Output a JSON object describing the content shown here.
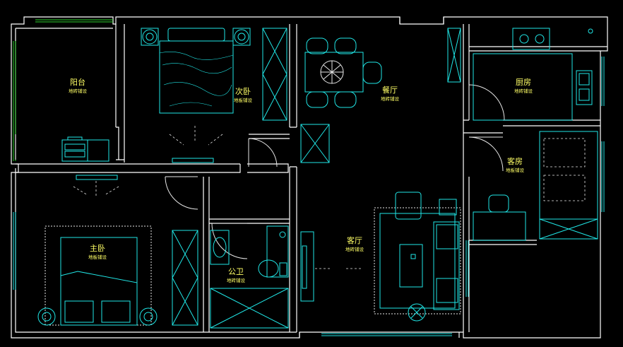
{
  "rooms": [
    {
      "id": "balcony",
      "name": "阳台",
      "floor": "地砖铺设"
    },
    {
      "id": "second-bedroom",
      "name": "次卧",
      "floor": "地板铺设"
    },
    {
      "id": "dining-room",
      "name": "餐厅",
      "floor": "地砖铺设"
    },
    {
      "id": "kitchen",
      "name": "厨房",
      "floor": "地砖铺设"
    },
    {
      "id": "guest-room",
      "name": "客房",
      "floor": "地板铺设"
    },
    {
      "id": "master-bedroom",
      "name": "主卧",
      "floor": "地板铺设"
    },
    {
      "id": "living-room",
      "name": "客厅",
      "floor": "地砖铺设"
    },
    {
      "id": "public-bathroom",
      "name": "公卫",
      "floor": "地砖铺设"
    }
  ],
  "colors": {
    "background": "#000000",
    "walls": "#ffffff",
    "furniture": "#20e6e6",
    "labels": "#ffff66",
    "window": "#2bd12b"
  }
}
